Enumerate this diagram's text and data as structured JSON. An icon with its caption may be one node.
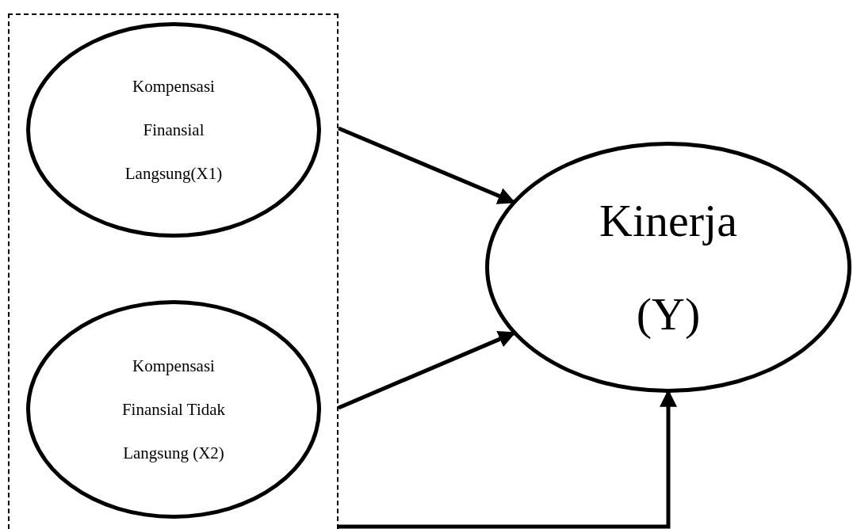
{
  "diagram": {
    "nodes": [
      {
        "text": [],
        "shape": "box"
      },
      {
        "text": [
          "Kompensasi Finansial Langsung(X1)"
        ],
        "in": 0
      },
      {
        "text": [
          "Kompensasi Finansial Tidak Langsung (X2)"
        ],
        "in": 0
      },
      {
        "text": [
          "Kinerja (Y)"
        ]
      }
    ],
    "edges": [
      {
        "from": 1,
        "to": 3,
        "arrow": "to"
      },
      {
        "from": 2,
        "to": 3,
        "arrow": "to"
      },
      {
        "from": 0,
        "to": 3,
        "arrow": "to"
      }
    ]
  }
}
